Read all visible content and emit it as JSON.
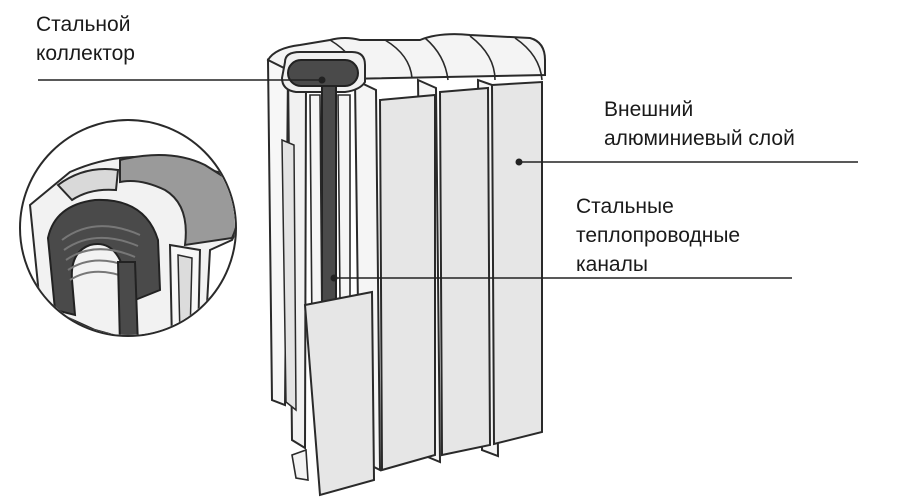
{
  "labels": {
    "collector": [
      "Стальной",
      "коллектор"
    ],
    "outer_layer": [
      "Внешний",
      "алюминиевый слой"
    ],
    "channels": [
      "Стальные",
      "теплопроводные",
      "каналы"
    ]
  },
  "colors": {
    "outline": "#2a2a2a",
    "steel": "#4a4a4a",
    "panel_fill": "#e6e6e6",
    "fin_fill": "#f4f4f4",
    "leader_line": "#222222"
  }
}
